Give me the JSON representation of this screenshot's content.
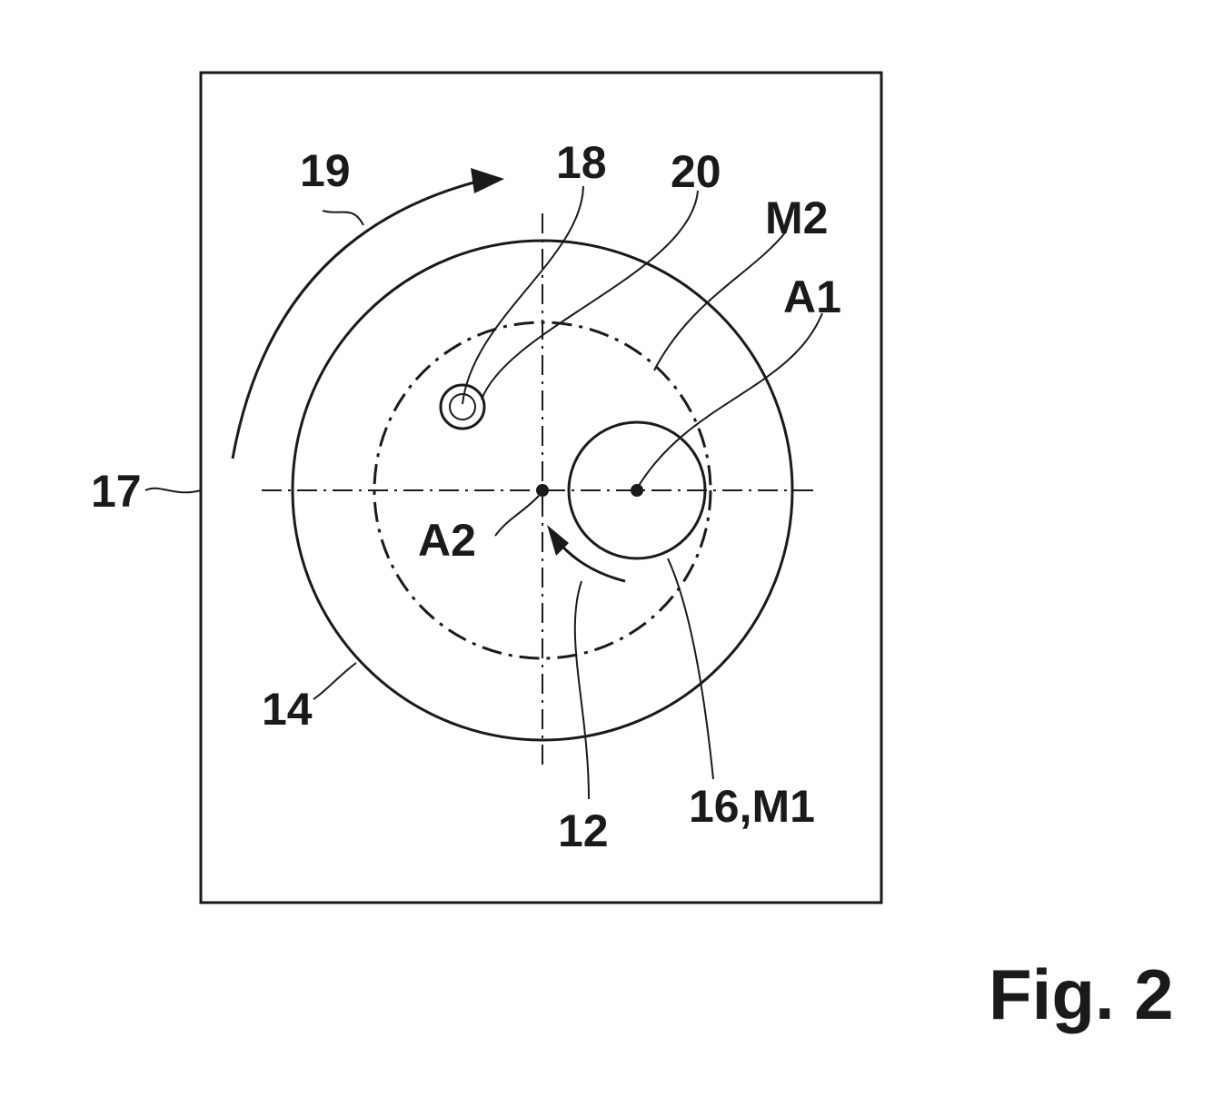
{
  "labels": {
    "housing": "17",
    "rotation_direction": "19",
    "point": "18",
    "ring": "20",
    "axis_m2": "M2",
    "axis_a1": "A1",
    "axis_a2": "A2",
    "disk": "14",
    "arrow": "12",
    "circle": "16,M1"
  },
  "figure_caption": "Fig. 2"
}
